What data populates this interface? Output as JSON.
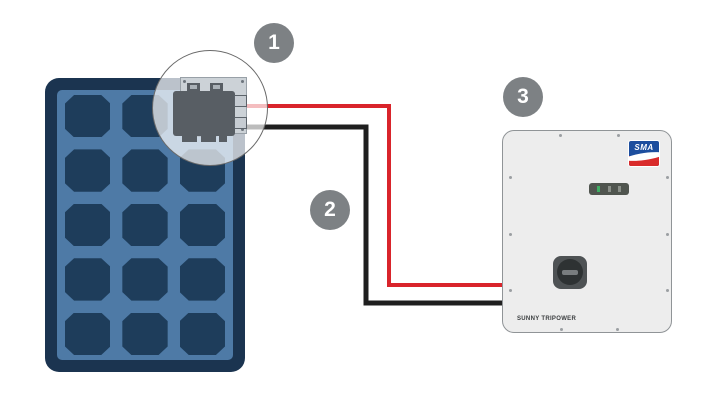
{
  "labels": {
    "callout_1": "1",
    "callout_2": "2",
    "callout_3": "3"
  },
  "inverter": {
    "brand": "SMA",
    "model": "SUNNY TRIPOWER"
  },
  "panel": {
    "rows": 5,
    "cols": 3
  },
  "colors": {
    "badge": "#7d8184",
    "panel_frame": "#1b3450",
    "panel_inner": "#4e7aa6",
    "panel_cell": "#1e3d5b",
    "cable_positive": "#d9242b",
    "cable_negative": "#1f1f1f",
    "inverter_body": "#ededed",
    "logo_blue": "#1d4e9e",
    "logo_red": "#d92b2b",
    "led_green": "#3fae63"
  }
}
